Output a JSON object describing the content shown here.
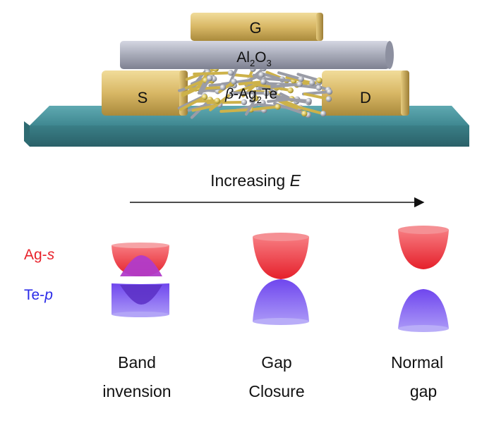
{
  "device": {
    "gate": "G",
    "oxide": {
      "base": "Al",
      "sub1": "2",
      "mid": "O",
      "sub2": "3"
    },
    "source": "S",
    "drain": "D",
    "channel": {
      "beta": "β",
      "rest_a": "-Ag",
      "sub": "2",
      "rest_b": "Te"
    }
  },
  "arrow_label": {
    "text": "Increasing ",
    "var": "E"
  },
  "legend": {
    "ag": {
      "prefix": "Ag-",
      "orbital": "s",
      "color": "#e8222b"
    },
    "te": {
      "prefix": "Te-",
      "orbital": "p",
      "color": "#2a2ae8"
    }
  },
  "stages": [
    {
      "line1": "Band",
      "line2": "invension"
    },
    {
      "line1": "Gap",
      "line2": "Closure"
    },
    {
      "line1": "Normal",
      "line2": "gap"
    }
  ],
  "colors": {
    "gold": "#d9b968",
    "gold_dark": "#a8852f",
    "substrate": "#4f9aa3",
    "oxide": "#a9abb8",
    "band_red": "#ee3a44",
    "band_blue": "#7a5cf0",
    "band_overlap": "#b03acb"
  }
}
